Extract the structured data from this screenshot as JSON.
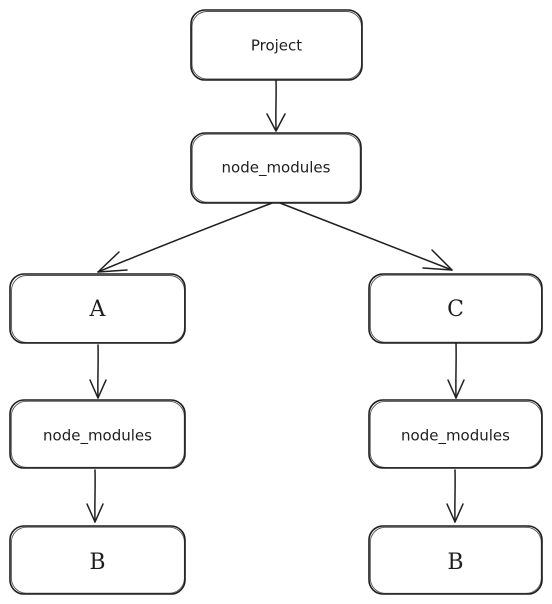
{
  "nodes": {
    "project": {
      "label": "Project"
    },
    "root_node_modules": {
      "label": "node_modules"
    },
    "a": {
      "label": "A"
    },
    "c": {
      "label": "C"
    },
    "a_node_modules": {
      "label": "node_modules"
    },
    "c_node_modules": {
      "label": "node_modules"
    },
    "a_b": {
      "label": "B"
    },
    "c_b": {
      "label": "B"
    }
  },
  "edges": [
    {
      "from": "project",
      "to": "root_node_modules"
    },
    {
      "from": "root_node_modules",
      "to": "a"
    },
    {
      "from": "root_node_modules",
      "to": "c"
    },
    {
      "from": "a",
      "to": "a_node_modules"
    },
    {
      "from": "c",
      "to": "c_node_modules"
    },
    {
      "from": "a_node_modules",
      "to": "a_b"
    },
    {
      "from": "c_node_modules",
      "to": "c_b"
    }
  ],
  "colors": {
    "stroke": "#1e1e1e",
    "background": "#ffffff"
  }
}
